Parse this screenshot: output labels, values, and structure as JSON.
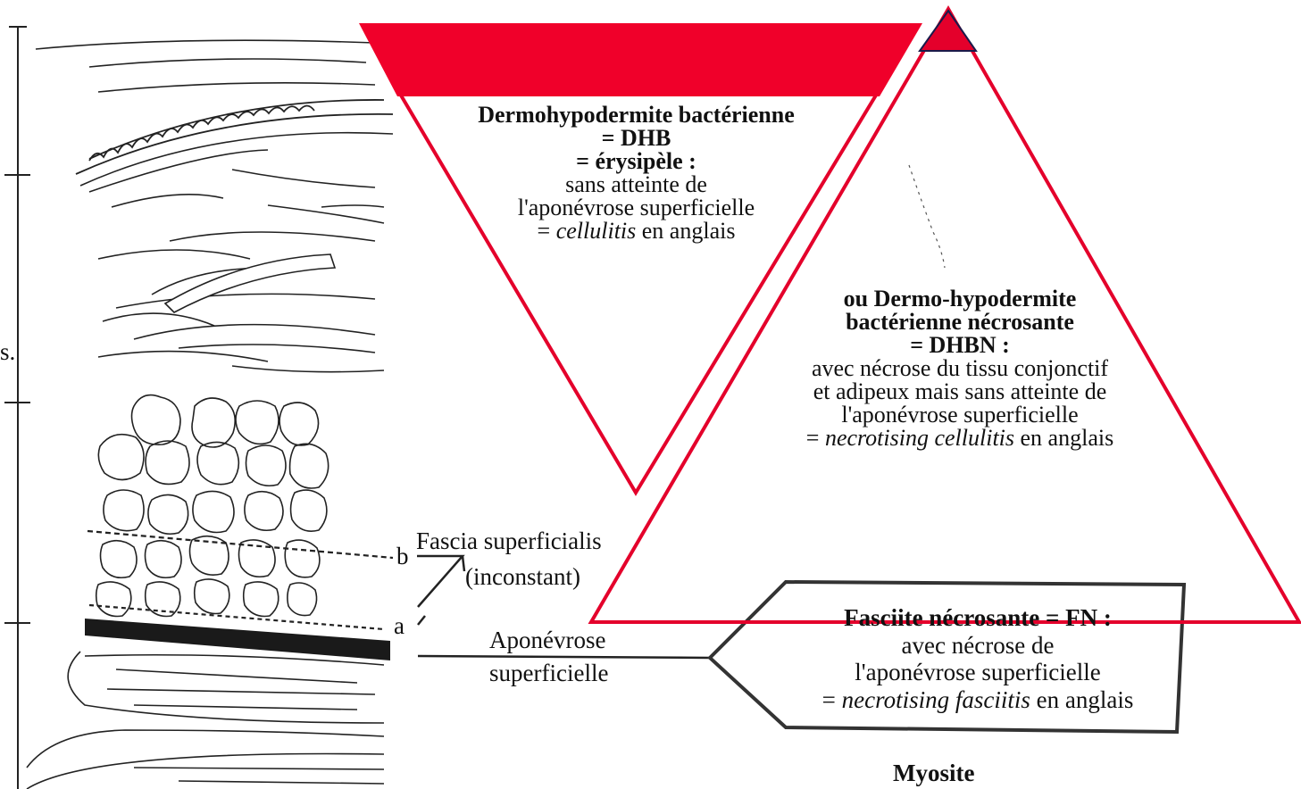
{
  "dhb": {
    "line1": "Dermohypodermite bactérienne",
    "line2": "= DHB",
    "line3": "= érysipèle :",
    "line4": "sans atteinte de",
    "line5": "l'aponévrose superficielle",
    "line6_prefix": "= ",
    "line6_italic": "cellulitis",
    "line6_suffix": " en anglais"
  },
  "dhbn": {
    "line1": "ou Dermo-hypodermite",
    "line2": "bactérienne nécrosante",
    "line3": "= DHBN :",
    "line4": "avec nécrose du tissu conjonctif",
    "line5": "et adipeux mais sans atteinte de",
    "line6": "l'aponévrose superficielle",
    "line7_prefix": "= ",
    "line7_italic": "necrotising cellulitis",
    "line7_suffix": " en anglais"
  },
  "fn": {
    "line1": "Fasciite nécrosante = FN :",
    "line2": "avec nécrose de",
    "line3": "l'aponévrose superficielle",
    "line4_prefix": "= ",
    "line4_italic": "necrotising fasciitis",
    "line4_suffix": " en anglais"
  },
  "myosite": "Myosite",
  "labels": {
    "fascia": "Fascia superficialis",
    "inconstant": "(inconstant)",
    "aponevrose1": "Aponévrose",
    "aponevrose2": "superficielle",
    "b": "b",
    "a": "a",
    "s": "s."
  },
  "colors": {
    "triangle_red": "#e4002b",
    "banner_red": "#f0002a",
    "apex_fill": "#e4002b",
    "apex_stroke": "#1a1a4a",
    "ink": "#111111"
  }
}
